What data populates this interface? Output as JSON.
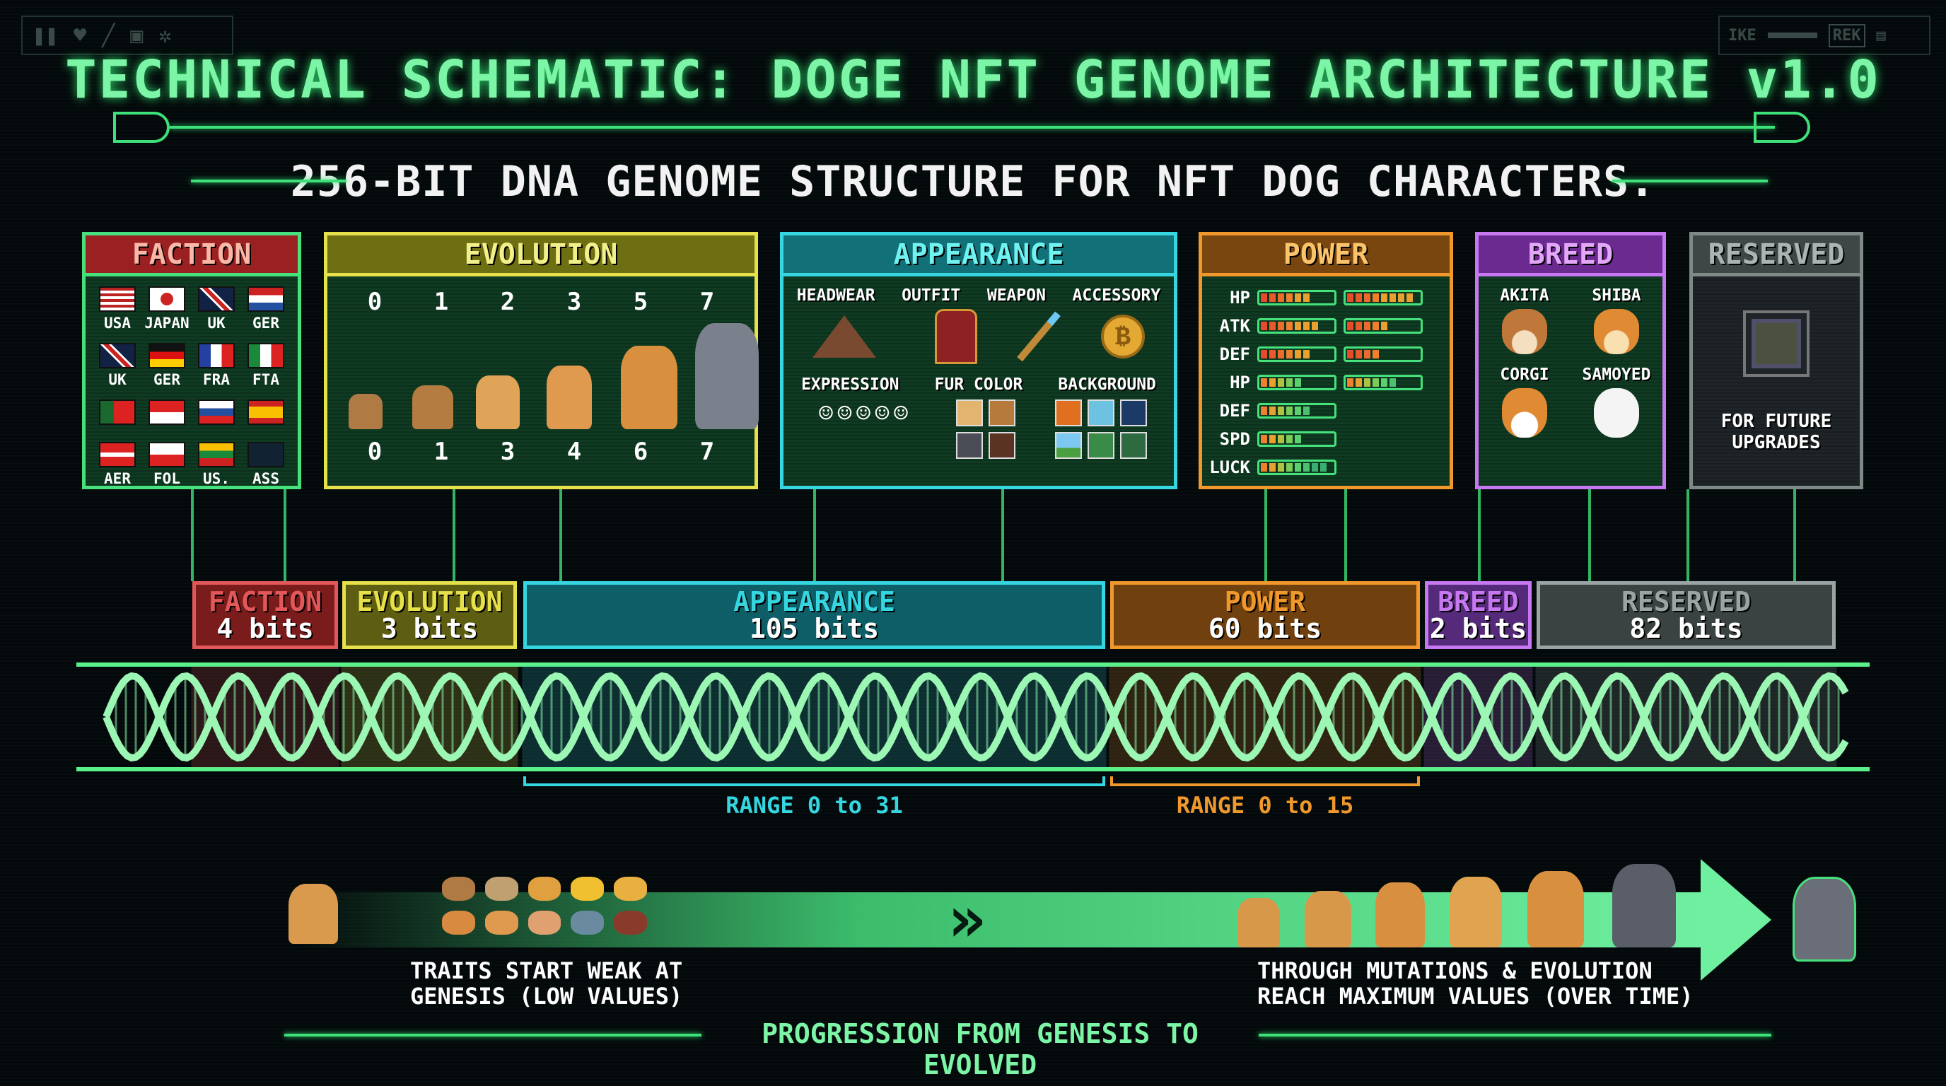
{
  "title": "TECHNICAL SCHEMATIC: DOGE NFT GENOME ARCHITECTURE v1.0",
  "subtitle": "256-BIT DNA GENOME STRUCTURE FOR NFT DOG CHARACTERS.",
  "toolbar_left": {
    "icons": [
      "pause-icon",
      "heart-icon",
      "pen-icon",
      "save-icon",
      "gear-icon"
    ]
  },
  "toolbar_right": {
    "label1": "IKE",
    "label2": "REK"
  },
  "panels": {
    "faction": {
      "title": "FACTION",
      "flags": [
        "USA",
        "JAPAN",
        "UK",
        "GER",
        "UK",
        "GER",
        "FRA",
        "FTA",
        "",
        "",
        "",
        "",
        "AER",
        "FOL",
        "US.",
        "ASS"
      ]
    },
    "evolution": {
      "title": "EVOLUTION",
      "top": [
        "0",
        "1",
        "2",
        "3",
        "5",
        "7"
      ],
      "bottom": [
        "0",
        "1",
        "3",
        "4",
        "6",
        "7"
      ]
    },
    "appearance": {
      "title": "APPEARANCE",
      "row1": [
        "HEADWEAR",
        "OUTFIT",
        "WEAPON",
        "ACCESSORY"
      ],
      "row2": [
        "EXPRESSION",
        "FUR COLOR",
        "BACKGROUND"
      ]
    },
    "power": {
      "title": "POWER",
      "stats": [
        {
          "label": "HP",
          "a": 6,
          "b": 8
        },
        {
          "label": "ATK",
          "a": 7,
          "b": 5
        },
        {
          "label": "DEF",
          "a": 6,
          "b": 4
        },
        {
          "label": "HP",
          "a": 5,
          "b": 6
        },
        {
          "label": "DEF",
          "a": 6
        },
        {
          "label": "SPD",
          "a": 5
        },
        {
          "label": "LUCK",
          "a": 8
        }
      ],
      "max": 10
    },
    "breed": {
      "title": "BREED",
      "breeds": [
        "AKITA",
        "SHIBA",
        "CORGI",
        "SAMOYED"
      ]
    },
    "reserved": {
      "title": "RESERVED",
      "note1": "FOR FUTURE",
      "note2": "UPGRADES"
    }
  },
  "genome": [
    {
      "name": "FACTION",
      "bits": "4 bits",
      "color": "#e2585a"
    },
    {
      "name": "EVOLUTION",
      "bits": "3 bits",
      "color": "#e6e04a"
    },
    {
      "name": "APPEARANCE",
      "bits": "105 bits",
      "color": "#35d6e0"
    },
    {
      "name": "POWER",
      "bits": "60 bits",
      "color": "#f0982c"
    },
    {
      "name": "BREED",
      "bits": "2 bits",
      "color": "#c678f0"
    },
    {
      "name": "RESERVED",
      "bits": "82 bits",
      "color": "#9aa4a4"
    }
  ],
  "ranges": {
    "appearance": "RANGE 0 to 31",
    "power": "RANGE 0 to 15"
  },
  "progression": {
    "left": [
      "TRAITS START WEAK AT",
      "GENESIS (LOW VALUES)"
    ],
    "right": [
      "THROUGH MUTATIONS & EVOLUTION",
      "REACH MAXIMUM VALUES (OVER TIME)"
    ],
    "caption": "PROGRESSION FROM GENESIS TO EVOLVED"
  }
}
